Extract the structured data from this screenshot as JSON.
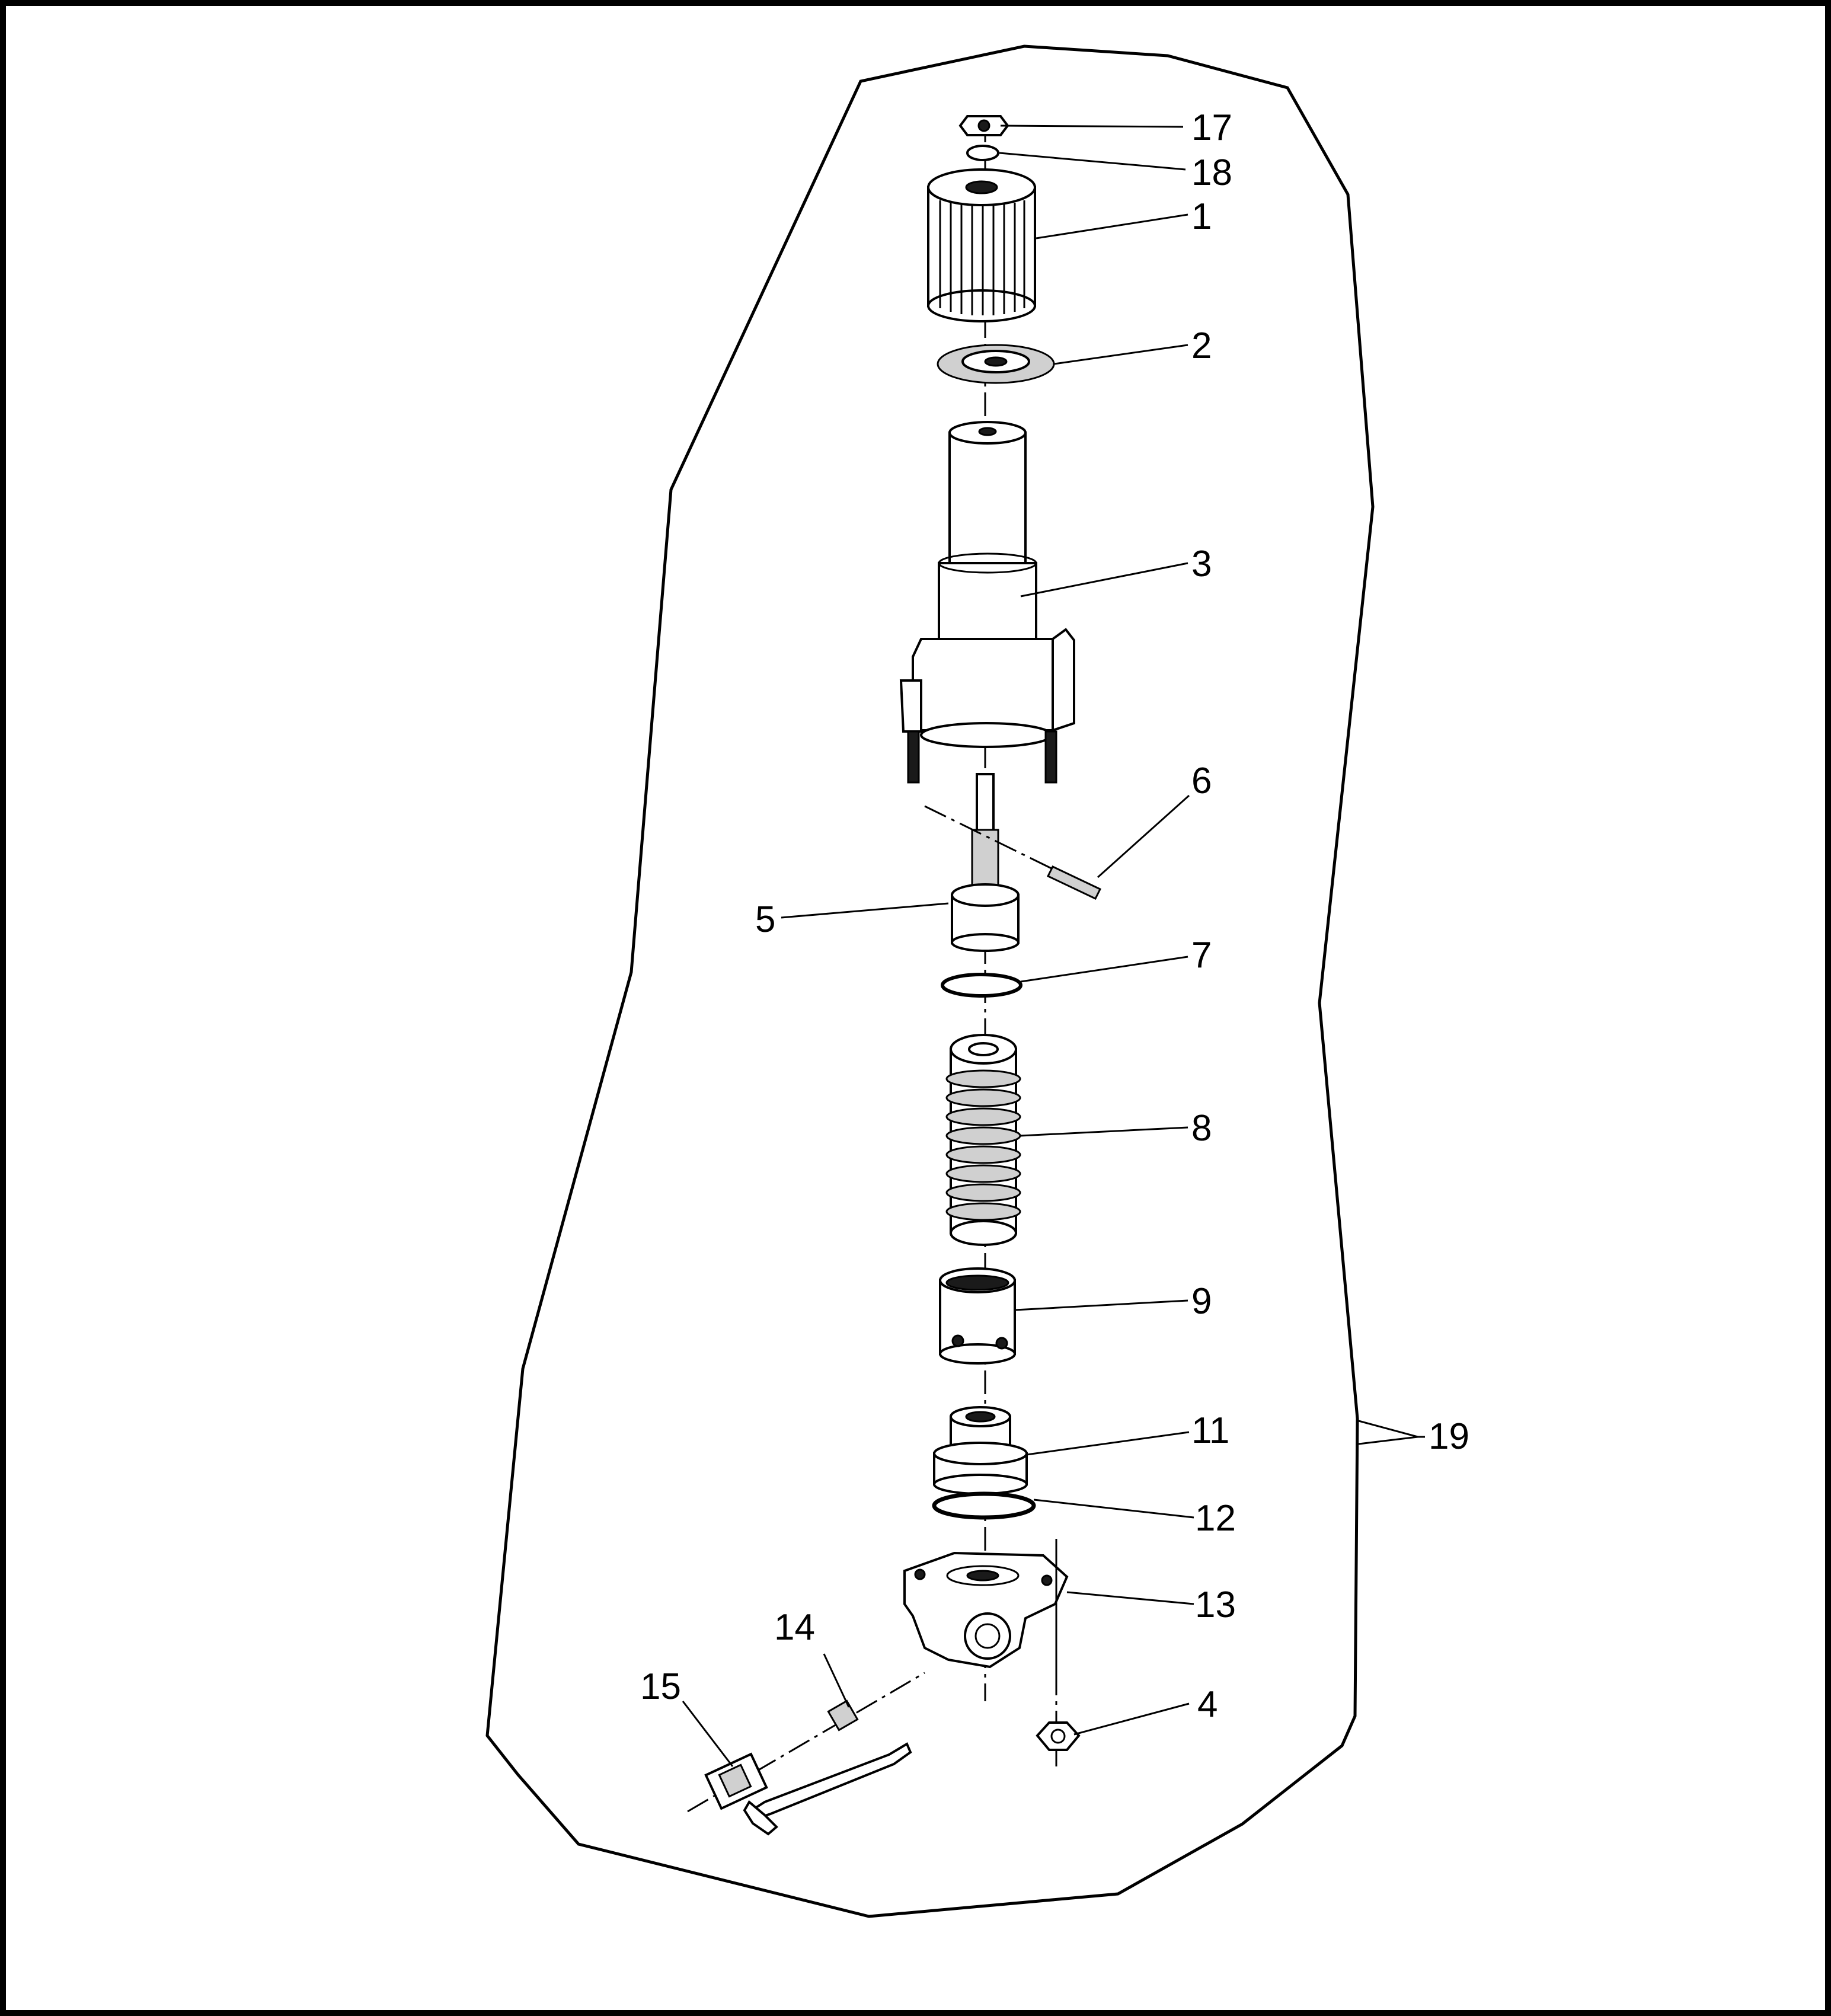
{
  "callouts": {
    "c17": "17",
    "c18": "18",
    "c1": "1",
    "c2": "2",
    "c3": "3",
    "c6": "6",
    "c5": "5",
    "c7": "7",
    "c8": "8",
    "c9": "9",
    "c11": "11",
    "c19": "19",
    "c12": "12",
    "c13": "13",
    "c14": "14",
    "c4": "4",
    "c15": "15"
  }
}
